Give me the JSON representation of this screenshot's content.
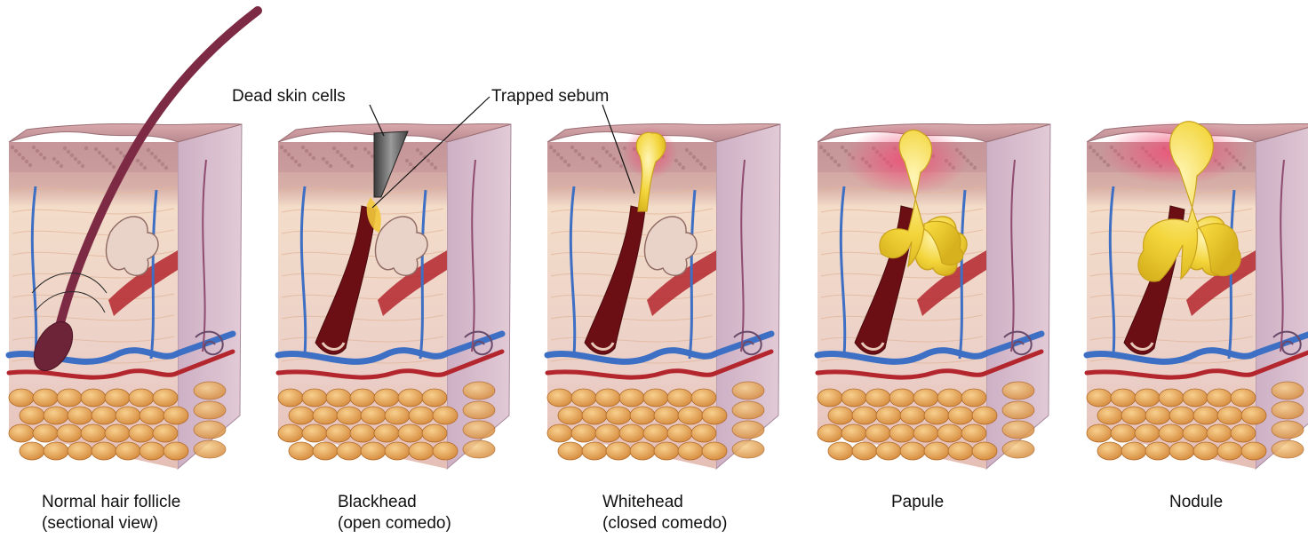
{
  "callouts": {
    "dead_skin_cells": "Dead skin cells",
    "trapped_sebum": "Trapped sebum"
  },
  "panels": [
    {
      "id": "normal",
      "line1": "Normal hair follicle",
      "line2": "(sectional view)"
    },
    {
      "id": "blackhead",
      "line1": "Blackhead",
      "line2": "(open comedo)"
    },
    {
      "id": "whitehead",
      "line1": "Whitehead",
      "line2": "(closed comedo)"
    },
    {
      "id": "papule",
      "line1": "Papule",
      "line2": ""
    },
    {
      "id": "nodule",
      "line1": "Nodule",
      "line2": ""
    }
  ],
  "colors": {
    "epidermis": "#c99a9e",
    "dermis": "#efd3c8",
    "side_face": "#cfb3c6",
    "fat": "#e6a85a",
    "vein": "#3d6fc4",
    "artery": "#b3262d",
    "sebum": "#f2d43a",
    "inflammation": "#ee5a7d",
    "follicle_dark": "#6b0f14",
    "dead_cells": "#555555"
  }
}
